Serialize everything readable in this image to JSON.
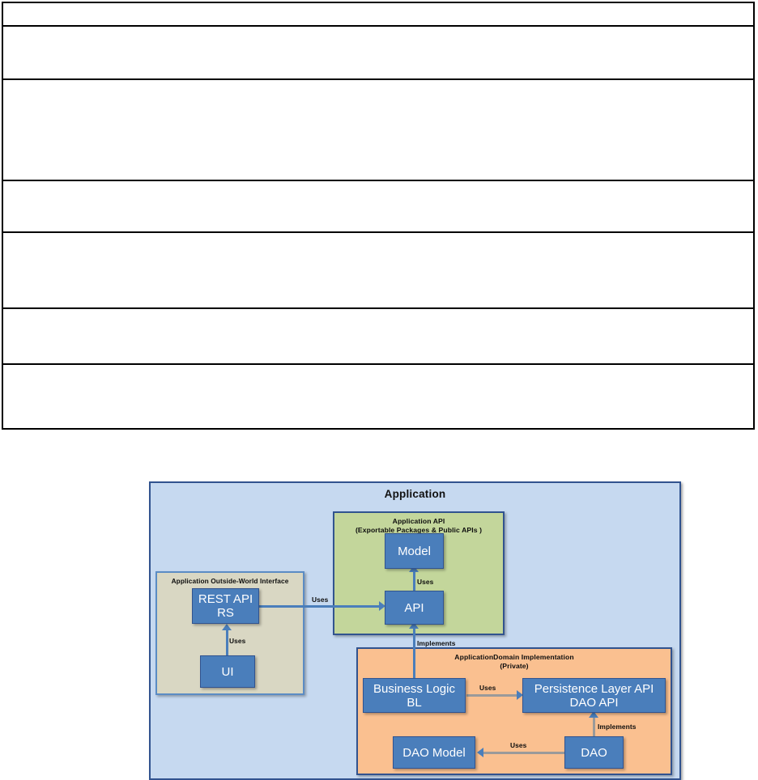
{
  "document": {
    "table": {
      "rows": [
        {
          "height": 27,
          "cells": [
            ""
          ]
        },
        {
          "height": 64,
          "cells": [
            ""
          ]
        },
        {
          "height": 123,
          "cells": [
            ""
          ]
        },
        {
          "height": 62,
          "cells": [
            ""
          ]
        },
        {
          "height": 92,
          "cells": [
            ""
          ]
        },
        {
          "height": 67,
          "cells": [
            ""
          ]
        },
        {
          "height": 78,
          "cells": [
            ""
          ]
        }
      ]
    }
  },
  "diagram": {
    "type": "layered-architecture",
    "title": "Application",
    "containers": [
      {
        "id": "application",
        "label": "Application",
        "color": "#c6d9f0",
        "border": "#31538f"
      },
      {
        "id": "outside-world",
        "label": "Application Outside-World Interface",
        "color": "#d9d7c3",
        "border": "#5b8cc4"
      },
      {
        "id": "application-api",
        "label_line1": "Application API",
        "label_line2": "(Exportable Packages & Public APIs )",
        "color": "#c3d69b",
        "border": "#31538f"
      },
      {
        "id": "domain-impl",
        "label_line1": "ApplicationDomain Implementation",
        "label_line2": "(Private)",
        "color": "#fac090",
        "border": "#31538f"
      }
    ],
    "nodes": [
      {
        "id": "rest-api",
        "line1": "REST API",
        "line2": "RS"
      },
      {
        "id": "ui",
        "line1": "UI",
        "line2": ""
      },
      {
        "id": "model",
        "line1": "Model",
        "line2": ""
      },
      {
        "id": "api",
        "line1": "API",
        "line2": ""
      },
      {
        "id": "business-logic",
        "line1": "Business Logic",
        "line2": "BL"
      },
      {
        "id": "dao-api",
        "line1": "Persistence Layer API",
        "line2": "DAO API"
      },
      {
        "id": "dao-model",
        "line1": "DAO Model",
        "line2": ""
      },
      {
        "id": "dao",
        "line1": "DAO",
        "line2": ""
      }
    ],
    "edges": [
      {
        "id": "ui-restapi",
        "from": "ui",
        "to": "rest-api",
        "label": "Uses",
        "color": "#4a7ebb"
      },
      {
        "id": "restapi-api",
        "from": "rest-api",
        "to": "api",
        "label": "Uses",
        "color": "#4a7ebb"
      },
      {
        "id": "api-model",
        "from": "api",
        "to": "model",
        "label": "Uses",
        "color": "#4a7ebb"
      },
      {
        "id": "bl-api",
        "from": "business-logic",
        "to": "api",
        "label": "Implements",
        "color": "#4a7ebb"
      },
      {
        "id": "bl-daoapi",
        "from": "business-logic",
        "to": "dao-api",
        "label": "Uses",
        "color": "#9a9a9a"
      },
      {
        "id": "dao-daoapi",
        "from": "dao",
        "to": "dao-api",
        "label": "Implements",
        "color": "#9a9a9a"
      },
      {
        "id": "dao-daomodel",
        "from": "dao",
        "to": "dao-model",
        "label": "Uses",
        "color": "#9a9a9a"
      }
    ],
    "node_style": {
      "fill": "#4a7ebb",
      "border": "#31538f",
      "text": "#ffffff"
    }
  }
}
